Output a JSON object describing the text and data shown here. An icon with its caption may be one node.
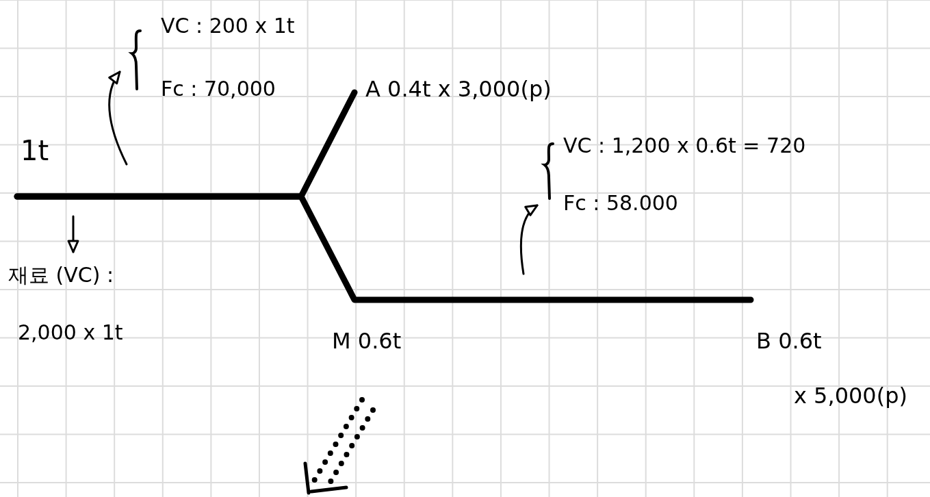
{
  "diagram": {
    "nodes": [
      {
        "text": [
          "VC : 200 x 1t",
          "Fc : 70,000"
        ]
      },
      {
        "text": [
          "A 0.4t x 3,000(p)"
        ]
      },
      {
        "text": [
          "VC : 1,200 x 0.6t = 720",
          "Fc : 58.000"
        ]
      },
      {
        "text": [
          "재료 (VC) :",
          "2,000 x 1t"
        ]
      },
      {
        "text": [
          "B 0.6t"
        ],
        "beside": [
          "x 5,000(p)"
        ]
      }
    ],
    "edges": [
      {
        "from": null,
        "to": 1,
        "arrow": "none",
        "style": "thick"
      },
      {
        "from": null,
        "to": 4,
        "arrow": "none",
        "style": "thick"
      },
      {
        "from": null,
        "to": 0,
        "arrow": "to"
      },
      {
        "from": null,
        "to": 2,
        "arrow": "to"
      },
      {
        "from": null,
        "to": 3,
        "arrow": "to"
      }
    ],
    "labels": [
      "1t",
      "M 0.6t"
    ]
  }
}
